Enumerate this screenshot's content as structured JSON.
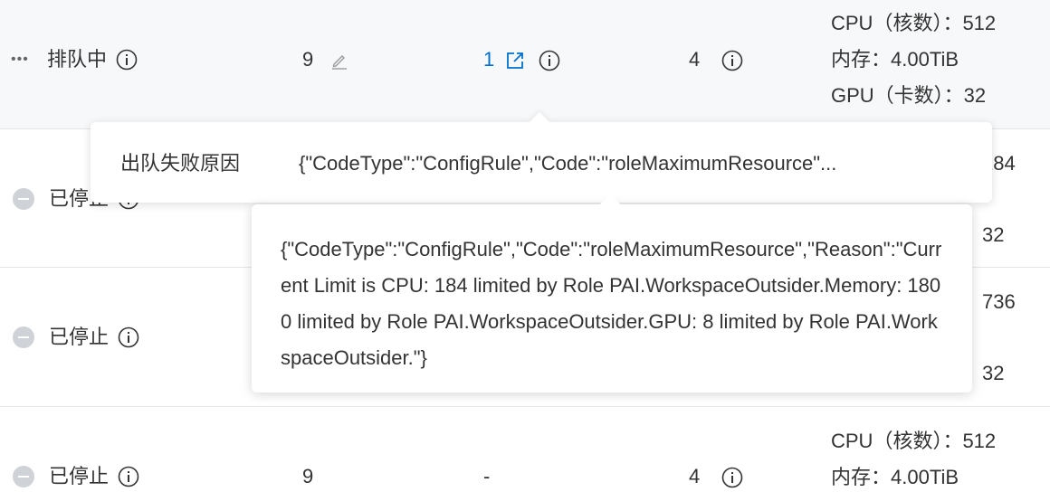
{
  "rows": [
    {
      "status": "排队中",
      "count": "9",
      "link_value": "1",
      "priority": "4",
      "resources": [
        "CPU（核数）：512",
        "内存：4.00TiB",
        "GPU（卡数）：32"
      ]
    },
    {
      "status": "已停止",
      "resources_partial": [
        "184",
        "32"
      ]
    },
    {
      "status": "已停止",
      "resources_partial": [
        "736",
        "32"
      ]
    },
    {
      "status": "已停止",
      "count": "9",
      "link_value": "-",
      "priority": "4",
      "resources": [
        "CPU（核数）：512",
        "内存：4.00TiB"
      ]
    }
  ],
  "popover_small": {
    "label": "出队失败原因",
    "value": "{\"CodeType\":\"ConfigRule\",\"Code\":\"roleMaximumResource\"..."
  },
  "popover_big": {
    "text": "{\"CodeType\":\"ConfigRule\",\"Code\":\"roleMaximumResource\",\"Reason\":\"Current Limit is CPU: 184 limited by Role PAI.WorkspaceOutsider.Memory: 1800 limited by Role PAI.WorkspaceOutsider.GPU: 8 limited by Role PAI.WorkspaceOutsider.\"}"
  },
  "colors": {
    "link": "#0070cc",
    "row_highlight": "#f7f8fa",
    "stopped_badge": "#cfd2d6"
  },
  "icons": [
    "more-dots-icon",
    "info-icon",
    "edit-icon",
    "external-link-icon",
    "stopped-icon"
  ]
}
